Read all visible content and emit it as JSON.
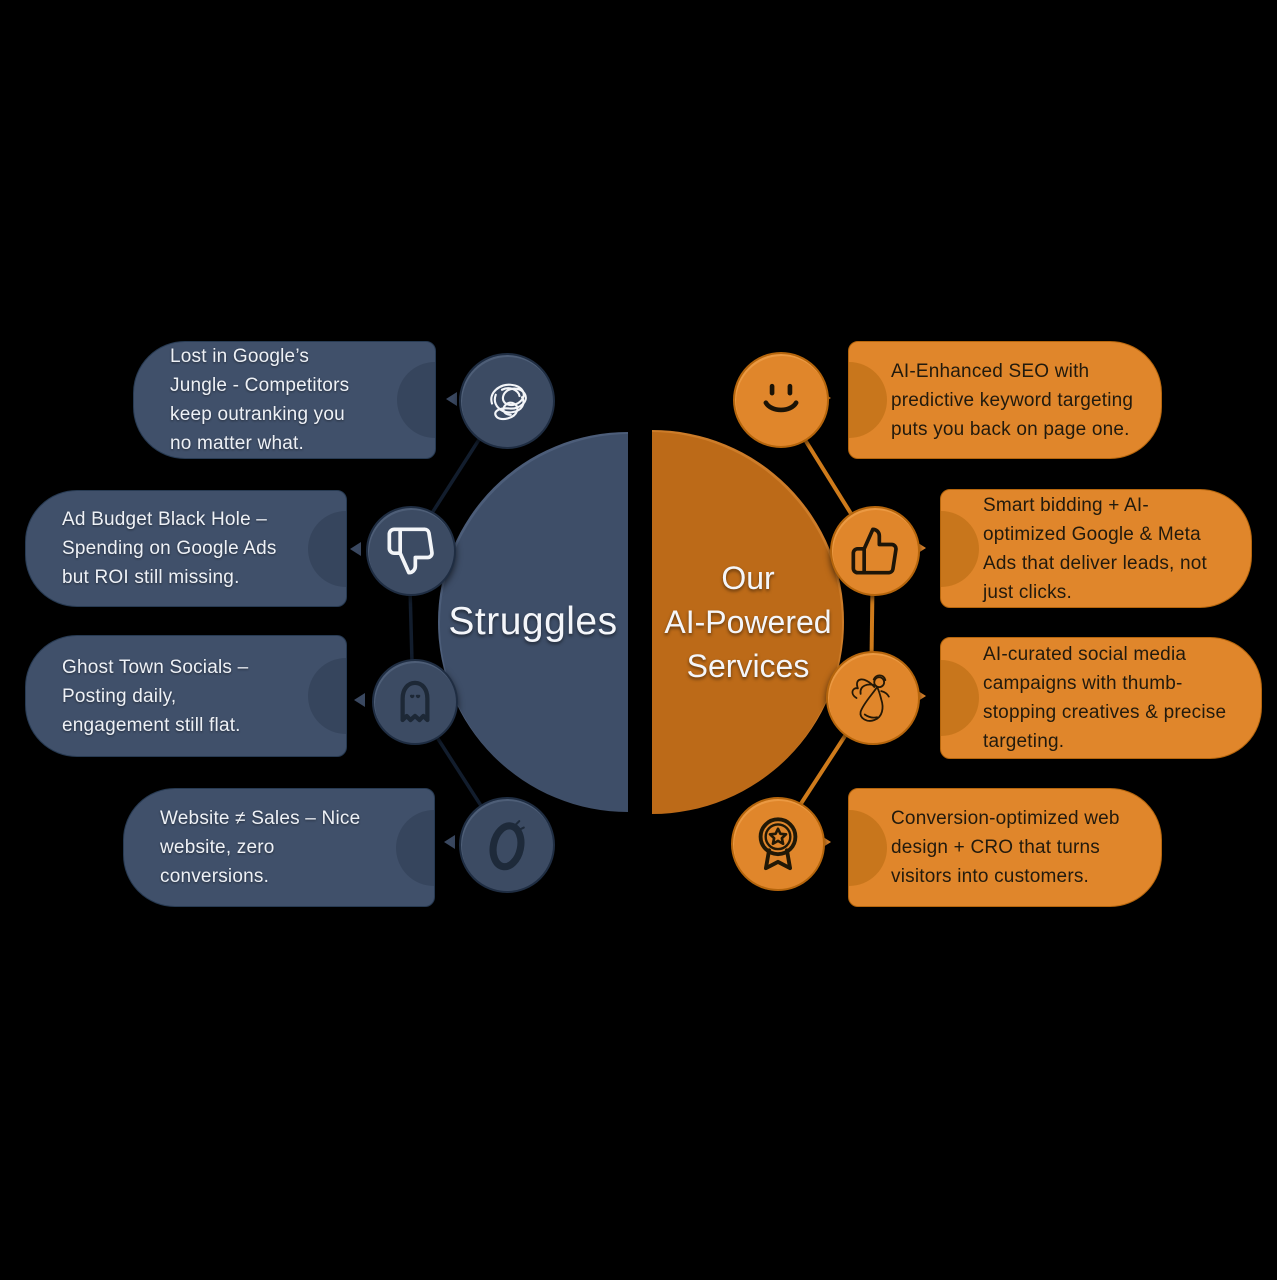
{
  "palette": {
    "background": "#000000",
    "slate_box": "#40506a",
    "slate_circle": "#3c4b63",
    "slate_semicircle": "#3e4e68",
    "navy_connector_line": "#121d2d",
    "orange_box": "#e0862b",
    "orange_semicircle": "#bc6a18",
    "orange_connector_line": "#cf7b1b",
    "light_text": "#eef1f6",
    "dark_text": "#221a0d"
  },
  "left": {
    "title": "Struggles",
    "items": [
      {
        "icon": "tangle-scribble-icon",
        "text": "Lost in Google’s Jungle - Competitors keep outranking you no matter what."
      },
      {
        "icon": "thumbs-down-icon",
        "text": "Ad Budget Black Hole – Spending on Google Ads but ROI still missing."
      },
      {
        "icon": "ghost-icon",
        "text": "Ghost Town Socials – Posting daily, engagement still flat."
      },
      {
        "icon": "zero-icon",
        "text": "Website ≠ Sales – Nice website, zero conversions."
      }
    ]
  },
  "right": {
    "title": "Our AI-Powered Services",
    "title_lines": [
      "Our",
      "AI-Powered",
      "Services"
    ],
    "items": [
      {
        "icon": "smiley-icon",
        "text": "AI-Enhanced SEO with predictive keyword targeting puts you back on page one."
      },
      {
        "icon": "thumbs-up-icon",
        "text": "Smart bidding + AI-optimized Google & Meta Ads that deliver leads, not just clicks."
      },
      {
        "icon": "angel-icon",
        "text": "AI-curated social media campaigns with thumb-stopping creatives & precise targeting."
      },
      {
        "icon": "award-medal-icon",
        "text": "Conversion-optimized web design + CRO that turns visitors into customers."
      }
    ]
  }
}
